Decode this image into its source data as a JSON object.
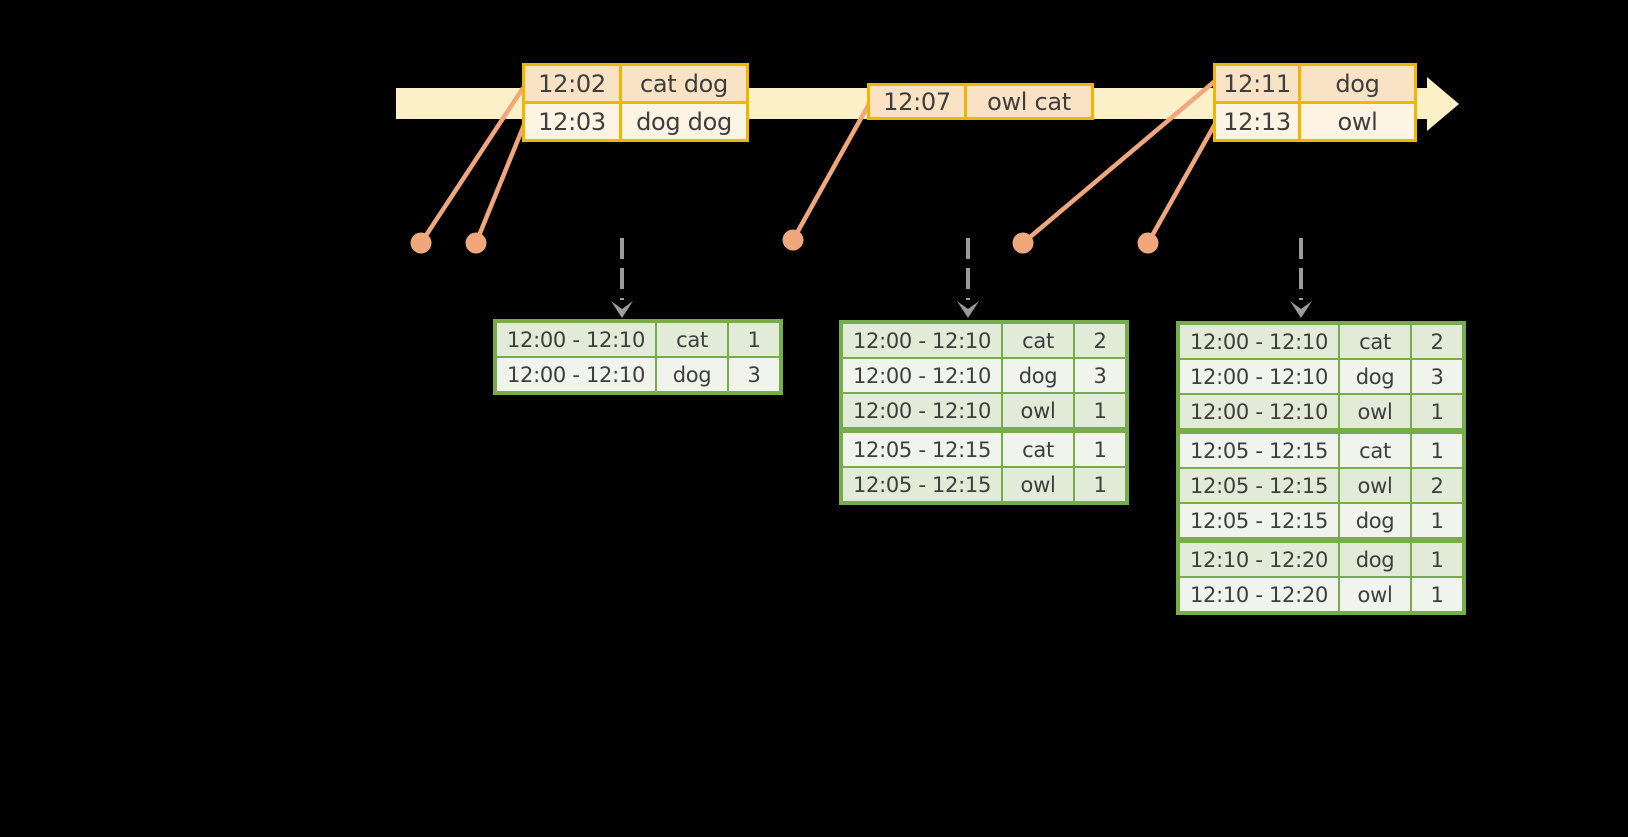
{
  "palette": {
    "background": "#000000",
    "timeline_fill": "#FBF0C8",
    "event_border": "#F3B500",
    "event_row_odd": "#FAE3C5",
    "event_row_even": "#FDF4E3",
    "connector": "#F0A77C",
    "trigger_arrow": "#9B9B9B",
    "result_border": "#76AD4A",
    "result_row_odd": "#E2EBD7",
    "result_row_even": "#F0F4EC",
    "text": "#3E3E3E"
  },
  "timeline": {
    "event_tables": [
      {
        "rows": [
          {
            "time": "12:02",
            "words": "cat dog"
          },
          {
            "time": "12:03",
            "words": "dog dog"
          }
        ]
      },
      {
        "rows": [
          {
            "time": "12:07",
            "words": "owl cat"
          }
        ]
      },
      {
        "rows": [
          {
            "time": "12:11",
            "words": "dog"
          },
          {
            "time": "12:13",
            "words": "owl"
          }
        ]
      }
    ]
  },
  "result_tables": [
    {
      "rows": [
        {
          "window": "12:00 - 12:10",
          "word": "cat",
          "count": "1"
        },
        {
          "window": "12:00 - 12:10",
          "word": "dog",
          "count": "3"
        }
      ]
    },
    {
      "rows": [
        {
          "window": "12:00 - 12:10",
          "word": "cat",
          "count": "2"
        },
        {
          "window": "12:00 - 12:10",
          "word": "dog",
          "count": "3"
        },
        {
          "window": "12:00 - 12:10",
          "word": "owl",
          "count": "1"
        },
        {
          "window": "12:05 - 12:15",
          "word": "cat",
          "count": "1"
        },
        {
          "window": "12:05 - 12:15",
          "word": "owl",
          "count": "1"
        }
      ]
    },
    {
      "rows": [
        {
          "window": "12:00 - 12:10",
          "word": "cat",
          "count": "2"
        },
        {
          "window": "12:00 - 12:10",
          "word": "dog",
          "count": "3"
        },
        {
          "window": "12:00 - 12:10",
          "word": "owl",
          "count": "1"
        },
        {
          "window": "12:05 - 12:15",
          "word": "cat",
          "count": "1"
        },
        {
          "window": "12:05 - 12:15",
          "word": "owl",
          "count": "2"
        },
        {
          "window": "12:05 - 12:15",
          "word": "dog",
          "count": "1"
        },
        {
          "window": "12:10 - 12:20",
          "word": "dog",
          "count": "1"
        },
        {
          "window": "12:10 - 12:20",
          "word": "owl",
          "count": "1"
        }
      ]
    }
  ]
}
